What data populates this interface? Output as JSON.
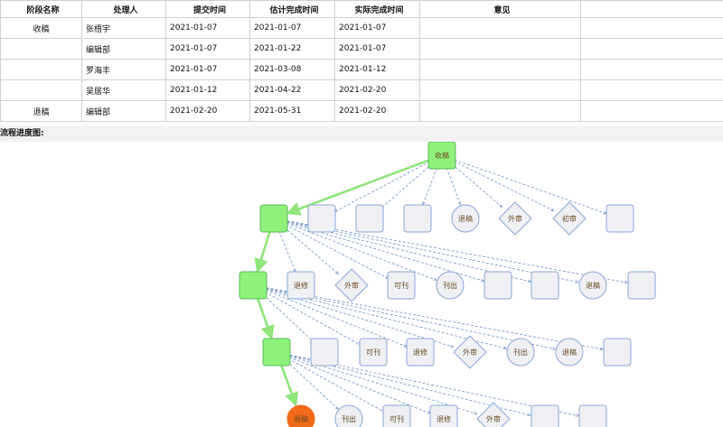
{
  "table": {
    "headers": [
      "阶段名称",
      "处理人",
      "提交时间",
      "估计完成时间",
      "实际完成时间",
      "意见",
      ""
    ],
    "rows": [
      {
        "stage": "收稿",
        "handler": "张梧宇",
        "submit": "2021-01-07",
        "estimate": "2021-01-07",
        "actual": "2021-01-07",
        "opinion": ""
      },
      {
        "stage": "",
        "handler": "编辑部",
        "submit": "2021-01-07",
        "estimate": "2021-01-22",
        "actual": "2021-01-07",
        "opinion": ""
      },
      {
        "stage": "",
        "handler": "罗海丰",
        "submit": "2021-01-07",
        "estimate": "2021-03-08",
        "actual": "2021-01-12",
        "opinion": ""
      },
      {
        "stage": "",
        "handler": "吴居华",
        "submit": "2021-01-12",
        "estimate": "2021-04-22",
        "actual": "2021-02-20",
        "opinion": ""
      },
      {
        "stage": "退稿",
        "handler": "编辑部",
        "submit": "2021-02-20",
        "estimate": "2021-05-31",
        "actual": "2021-02-20",
        "opinion": ""
      }
    ]
  },
  "flow": {
    "title": "流程进度图:",
    "colors": {
      "done_fill": "#8ef27a",
      "done_stroke": "#5cb85c",
      "pending_fill": "#eef0f4",
      "pending_stroke": "#8aa6d6",
      "current_fill": "#f06a1a",
      "path": "#8fe47a",
      "dashed": "#6f8fc6"
    },
    "nodes": [
      {
        "id": "n0",
        "label": "收稿",
        "shape": "rect",
        "state": "done"
      },
      {
        "id": "n1",
        "label": "",
        "shape": "rect",
        "state": "done"
      },
      {
        "id": "n1a",
        "label": "",
        "shape": "rect",
        "state": "pending"
      },
      {
        "id": "n1b",
        "label": "",
        "shape": "rect",
        "state": "pending"
      },
      {
        "id": "n1c",
        "label": "",
        "shape": "rect",
        "state": "pending"
      },
      {
        "id": "n1d",
        "label": "退稿",
        "shape": "circle",
        "state": "pending"
      },
      {
        "id": "n1e",
        "label": "外审",
        "shape": "diamond",
        "state": "pending"
      },
      {
        "id": "n1f",
        "label": "初审",
        "shape": "diamond",
        "state": "pending"
      },
      {
        "id": "n1g",
        "label": "",
        "shape": "rect",
        "state": "pending"
      },
      {
        "id": "n2",
        "label": "",
        "shape": "rect",
        "state": "done"
      },
      {
        "id": "n2a",
        "label": "退修",
        "shape": "rect",
        "state": "pending"
      },
      {
        "id": "n2b",
        "label": "外审",
        "shape": "diamond",
        "state": "pending"
      },
      {
        "id": "n2c",
        "label": "可刊",
        "shape": "rect",
        "state": "pending"
      },
      {
        "id": "n2d",
        "label": "刊出",
        "shape": "circle",
        "state": "pending"
      },
      {
        "id": "n2e",
        "label": "",
        "shape": "rect",
        "state": "pending"
      },
      {
        "id": "n2f",
        "label": "",
        "shape": "rect",
        "state": "pending"
      },
      {
        "id": "n2g",
        "label": "退稿",
        "shape": "circle",
        "state": "pending"
      },
      {
        "id": "n2h",
        "label": "",
        "shape": "rect",
        "state": "pending"
      },
      {
        "id": "n3",
        "label": "",
        "shape": "rect",
        "state": "done"
      },
      {
        "id": "n3a",
        "label": "",
        "shape": "rect",
        "state": "pending"
      },
      {
        "id": "n3b",
        "label": "可刊",
        "shape": "rect",
        "state": "pending"
      },
      {
        "id": "n3c",
        "label": "退修",
        "shape": "rect",
        "state": "pending"
      },
      {
        "id": "n3d",
        "label": "外审",
        "shape": "diamond",
        "state": "pending"
      },
      {
        "id": "n3e",
        "label": "刊出",
        "shape": "circle",
        "state": "pending"
      },
      {
        "id": "n3f",
        "label": "退稿",
        "shape": "circle",
        "state": "pending"
      },
      {
        "id": "n3g",
        "label": "",
        "shape": "rect",
        "state": "pending"
      },
      {
        "id": "n4",
        "label": "退稿",
        "shape": "circle",
        "state": "current"
      },
      {
        "id": "n4a",
        "label": "刊出",
        "shape": "circle",
        "state": "pending"
      },
      {
        "id": "n4b",
        "label": "可刊",
        "shape": "rect",
        "state": "pending"
      },
      {
        "id": "n4c",
        "label": "退修",
        "shape": "rect",
        "state": "pending"
      },
      {
        "id": "n4d",
        "label": "外审",
        "shape": "diamond",
        "state": "pending"
      },
      {
        "id": "n4e",
        "label": "",
        "shape": "rect",
        "state": "pending"
      },
      {
        "id": "n4f",
        "label": "",
        "shape": "rect",
        "state": "pending"
      }
    ],
    "path_edges": [
      [
        "n0",
        "n1"
      ],
      [
        "n1",
        "n2"
      ],
      [
        "n2",
        "n3"
      ],
      [
        "n3",
        "n4"
      ]
    ],
    "dashed_edges": [
      [
        "n0",
        "n1a"
      ],
      [
        "n0",
        "n1b"
      ],
      [
        "n0",
        "n1c"
      ],
      [
        "n0",
        "n1d"
      ],
      [
        "n0",
        "n1e"
      ],
      [
        "n0",
        "n1f"
      ],
      [
        "n0",
        "n1g"
      ],
      [
        "n1",
        "n2a"
      ],
      [
        "n1",
        "n2b"
      ],
      [
        "n1",
        "n2c"
      ],
      [
        "n1",
        "n2d"
      ],
      [
        "n1",
        "n2e"
      ],
      [
        "n1",
        "n2f"
      ],
      [
        "n1",
        "n2g"
      ],
      [
        "n1",
        "n2h"
      ],
      [
        "n2",
        "n3a"
      ],
      [
        "n2",
        "n3b"
      ],
      [
        "n2",
        "n3c"
      ],
      [
        "n2",
        "n3d"
      ],
      [
        "n2",
        "n3e"
      ],
      [
        "n2",
        "n3f"
      ],
      [
        "n2",
        "n3g"
      ],
      [
        "n3",
        "n4a"
      ],
      [
        "n3",
        "n4b"
      ],
      [
        "n3",
        "n4c"
      ],
      [
        "n3",
        "n4d"
      ],
      [
        "n3",
        "n4e"
      ],
      [
        "n3",
        "n4f"
      ]
    ]
  }
}
